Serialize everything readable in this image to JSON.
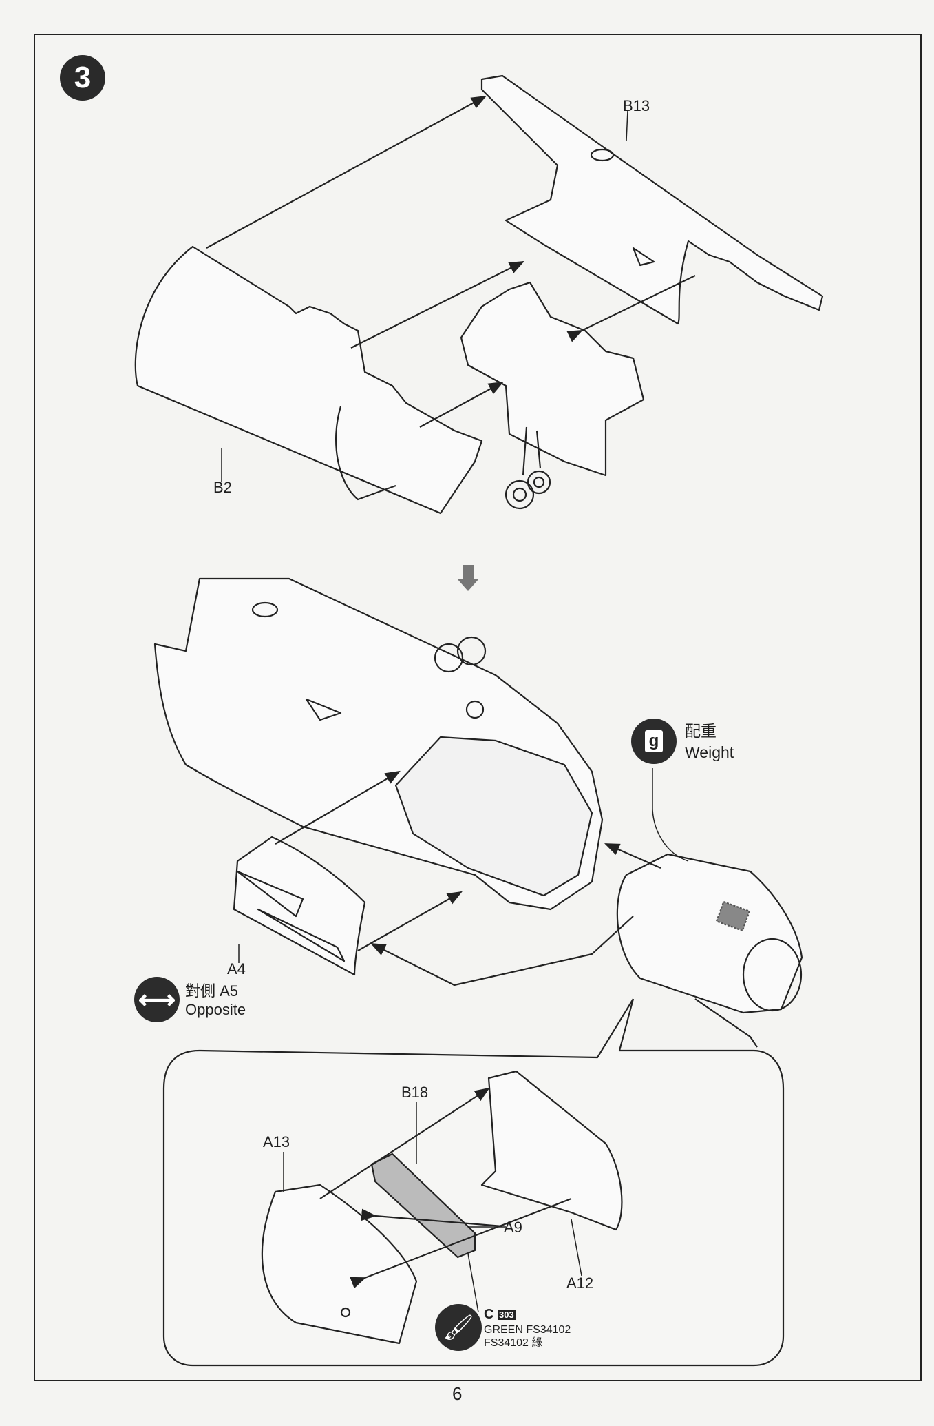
{
  "step": {
    "number": "3"
  },
  "parts": {
    "b13": "B13",
    "b2": "B2",
    "a4": "A4",
    "b18": "B18",
    "a13": "A13",
    "a9": "A9",
    "a12": "A12"
  },
  "weight_note": {
    "icon": "weight-icon",
    "icon_glyph": "g",
    "label_cn": "配重",
    "label_en": "Weight"
  },
  "opposite_note": {
    "icon": "double-arrow-icon",
    "label_cn": "對側 A5",
    "label_en": "Opposite"
  },
  "paint_note": {
    "icon": "paint-brush-icon",
    "code_letter": "C",
    "code_number": "303",
    "line1": "GREEN FS34102",
    "line2": "FS34102 綠",
    "fill_color": "#888888"
  },
  "page_number": "6"
}
